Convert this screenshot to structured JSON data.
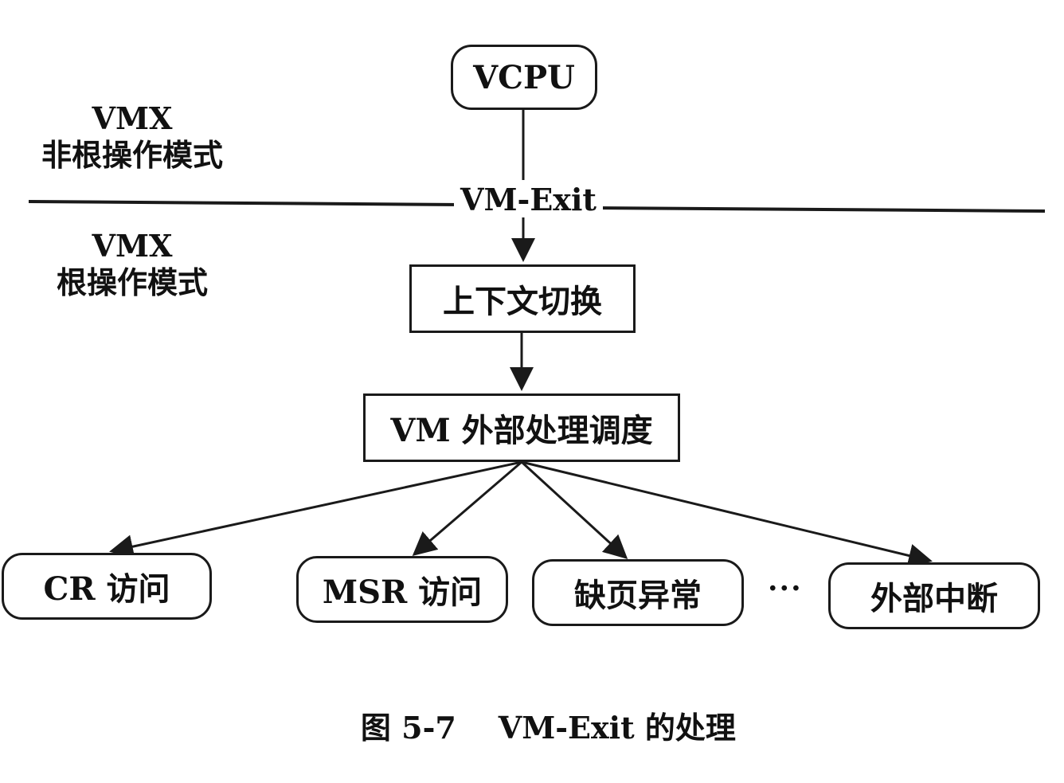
{
  "modes": {
    "non_root": {
      "line1": "VMX",
      "line2": "非根操作模式"
    },
    "root": {
      "line1": "VMX",
      "line2": "根操作模式"
    }
  },
  "nodes": {
    "vcpu": "VCPU",
    "vm_exit": "VM-Exit",
    "context_switch": "上下文切换",
    "dispatch": "VM 外部处理调度",
    "cr_access": "CR 访问",
    "msr_access": "MSR 访问",
    "page_fault": "缺页异常",
    "ellipsis": "···",
    "external_interrupt": "外部中断"
  },
  "caption": {
    "figure_number": "图 5-7",
    "title": "VM-Exit 的处理"
  }
}
